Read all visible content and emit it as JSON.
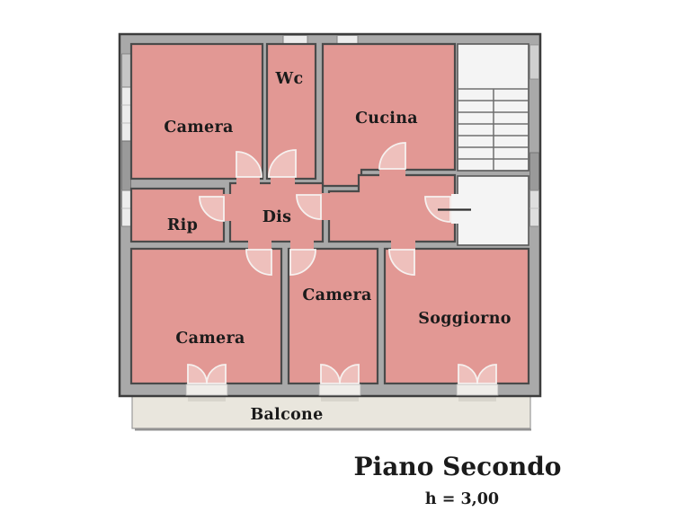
{
  "floor_plan": {
    "title": "Piano Secondo",
    "height_label": "h = 3,00",
    "rooms": {
      "camera_top_left": "Camera",
      "wc": "Wc",
      "cucina": "Cucina",
      "rip": "Rip",
      "dis": "Dis",
      "camera_bottom_left": "Camera",
      "camera_middle": "Camera",
      "soggiorno": "Soggiorno",
      "balcone": "Balcone"
    },
    "colors": {
      "room_fill": "#e29894",
      "room_border": "#4a4a4a",
      "door_arc_fill": "#eec0bc",
      "door_leaf": "#f6f1ef",
      "wall_fill": "#a9a9a9",
      "wall_outline": "#3c3c3c",
      "stair_fill": "#f4f4f4",
      "stair_line": "#6e6e6e",
      "window_fill": "#ececec",
      "balcony_fill": "#e9e6dd",
      "label_text": "#1b1b1b",
      "background": "#ffffff"
    }
  }
}
